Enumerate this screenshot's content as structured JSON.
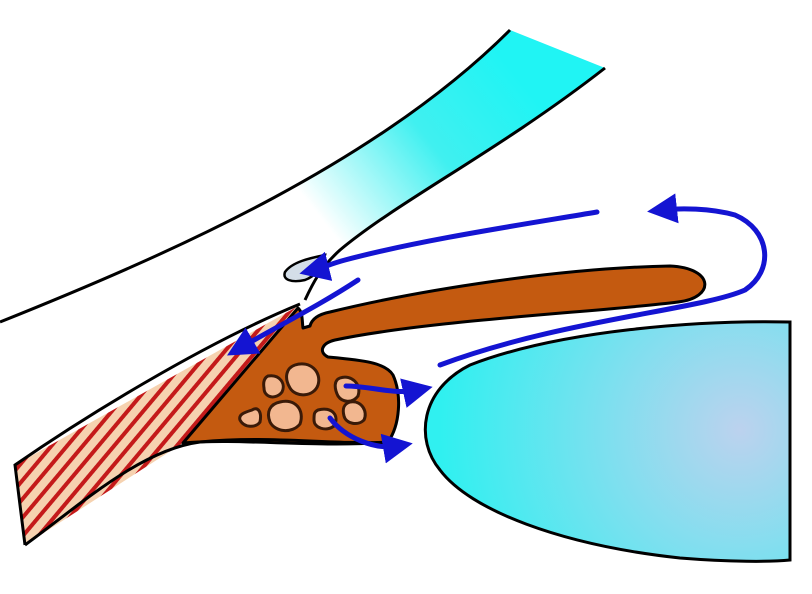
{
  "diagram": {
    "subject": "anterior-chamber-aqueous-flow",
    "colors": {
      "cornea": "#22f0f0",
      "sclera_stripe": "#c41a1a",
      "sclera_base": "#f6d2b0",
      "iris": "#c45a10",
      "cells": "#f2b790",
      "lens_edge": "#40f0f0",
      "lens_center": "#b8d4ec",
      "arrow": "#1414d2",
      "outline": "#000000",
      "drop": "#d4dee8"
    },
    "structures": [
      "cornea",
      "sclera",
      "trabecular-drop",
      "iris",
      "ciliary-body",
      "lens"
    ],
    "arrows": 5
  }
}
